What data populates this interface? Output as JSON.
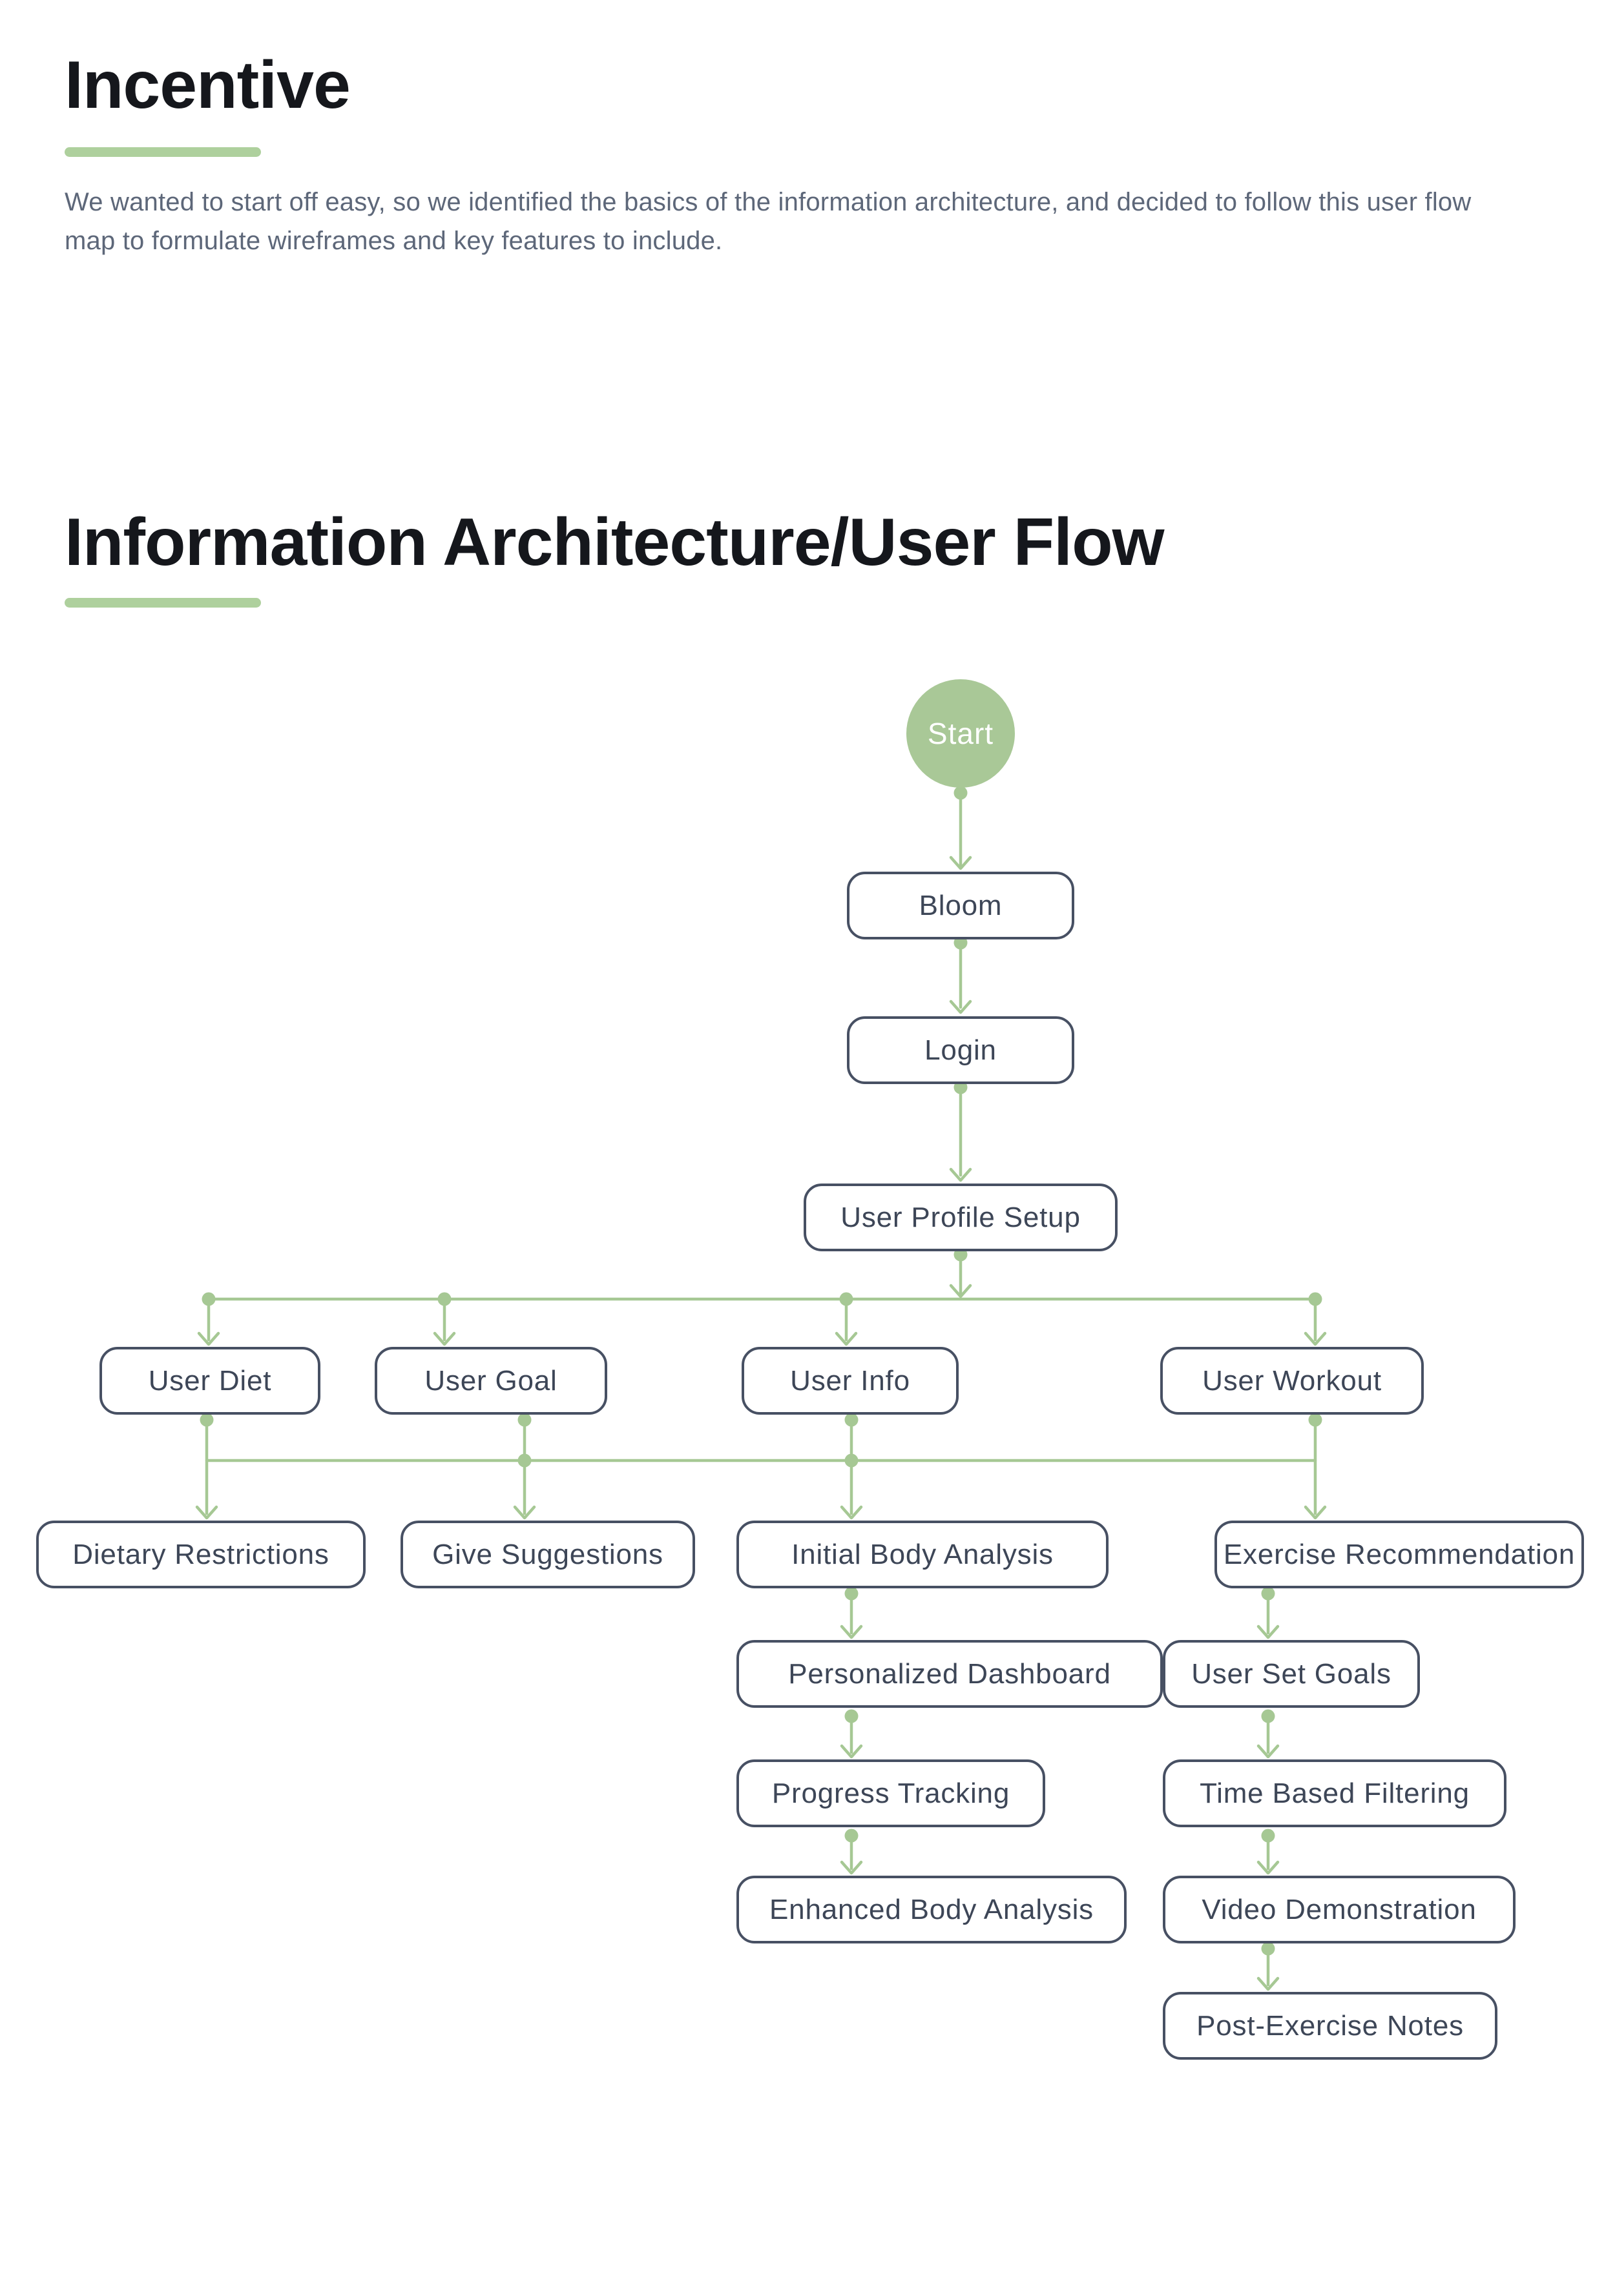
{
  "sections": {
    "incentive": {
      "title": "Incentive",
      "body": "We wanted to start off easy, so we identified the basics of the information architecture, and decided to follow this user flow map to formulate wireframes and key features to include."
    },
    "information_architecture": {
      "title": "Information Architecture/User Flow"
    }
  },
  "flow": {
    "start": {
      "label": "Start"
    },
    "nodes": {
      "bloom": {
        "label": "Bloom"
      },
      "login": {
        "label": "Login"
      },
      "user_profile_setup": {
        "label": "User Profile Setup"
      },
      "user_diet": {
        "label": "User Diet"
      },
      "user_goal": {
        "label": "User Goal"
      },
      "user_info": {
        "label": "User Info"
      },
      "user_workout": {
        "label": "User Workout"
      },
      "dietary_restrictions": {
        "label": "Dietary Restrictions"
      },
      "give_suggestions": {
        "label": "Give Suggestions"
      },
      "initial_body_analysis": {
        "label": "Initial Body Analysis"
      },
      "exercise_recommendation": {
        "label": "Exercise Recommendation"
      },
      "personalized_dashboard": {
        "label": "Personalized Dashboard"
      },
      "user_set_goals": {
        "label": "User Set Goals"
      },
      "progress_tracking": {
        "label": "Progress Tracking"
      },
      "time_based_filtering": {
        "label": "Time Based Filtering"
      },
      "enhanced_body_analysis": {
        "label": "Enhanced Body Analysis"
      },
      "video_demonstration": {
        "label": "Video Demonstration"
      },
      "post_exercise_notes": {
        "label": "Post-Exercise Notes"
      }
    },
    "edges": [
      [
        "Start",
        "Bloom"
      ],
      [
        "Bloom",
        "Login"
      ],
      [
        "Login",
        "User Profile Setup"
      ],
      [
        "User Profile Setup",
        "User Diet"
      ],
      [
        "User Profile Setup",
        "User Goal"
      ],
      [
        "User Profile Setup",
        "User Info"
      ],
      [
        "User Profile Setup",
        "User Workout"
      ],
      [
        "User Diet",
        "Dietary Restrictions"
      ],
      [
        "User Goal",
        "Give Suggestions"
      ],
      [
        "User Info",
        "Initial Body Analysis"
      ],
      [
        "User Workout",
        "Exercise Recommendation"
      ],
      [
        "Initial Body Analysis",
        "Personalized Dashboard"
      ],
      [
        "Personalized Dashboard",
        "Progress Tracking"
      ],
      [
        "Progress Tracking",
        "Enhanced Body Analysis"
      ],
      [
        "Exercise Recommendation",
        "User Set Goals"
      ],
      [
        "User Set Goals",
        "Time Based Filtering"
      ],
      [
        "Time Based Filtering",
        "Video Demonstration"
      ],
      [
        "Video Demonstration",
        "Post-Exercise Notes"
      ]
    ]
  },
  "colors": {
    "accent_green": "#aed09d",
    "connector_green": "#a6c894",
    "node_border": "#475063",
    "node_text": "#3d4657",
    "heading_text": "#15171c",
    "paragraph_text": "#5d6779",
    "start_fill": "#a9c897",
    "start_text": "#ffffff"
  }
}
